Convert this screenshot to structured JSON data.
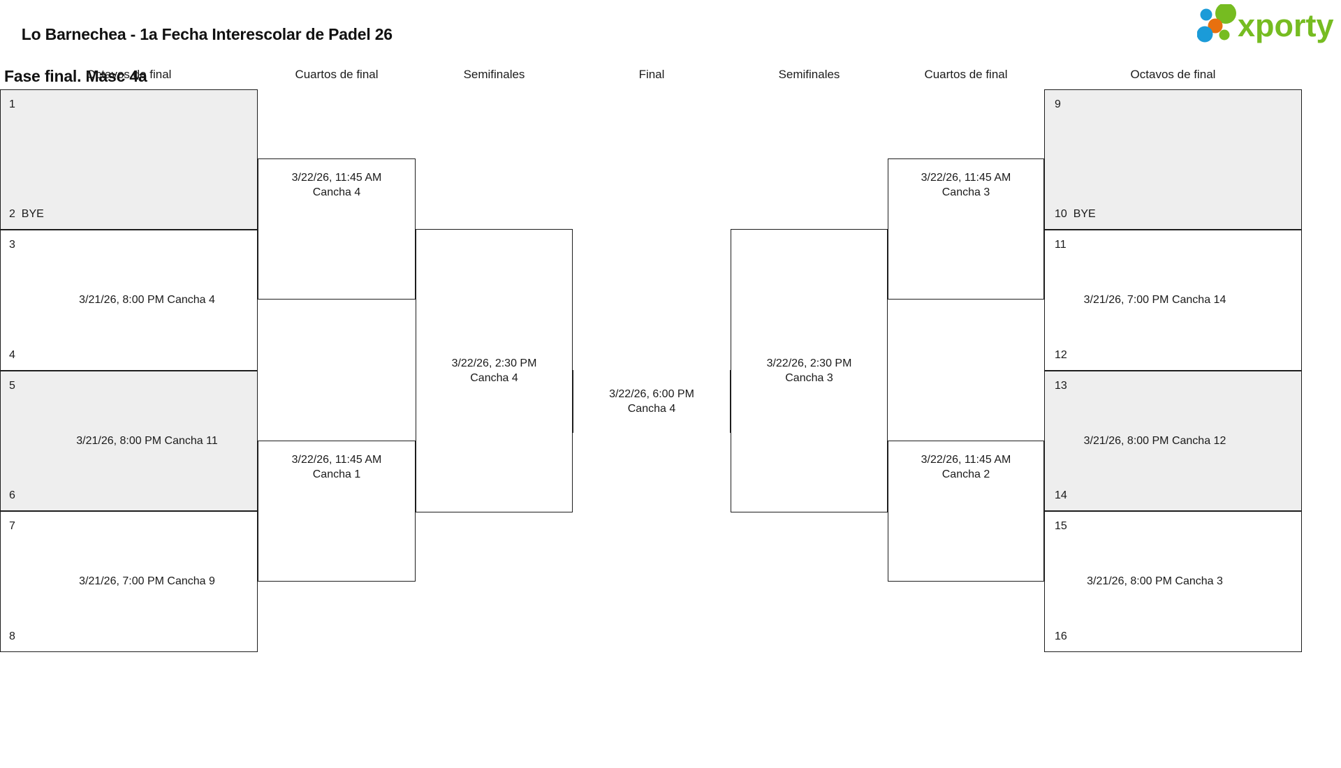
{
  "header": {
    "title_line1": "Lo Barnechea - 1a Fecha Interescolar de Padel 26",
    "title_line2": "Fase final. Masc 4a",
    "logo_text": "xporty",
    "logo_colors": {
      "green": "#76bc21",
      "orange": "#e8700f",
      "blue": "#1b9bd8"
    }
  },
  "rounds": {
    "left": [
      {
        "label": "Octavos de final"
      },
      {
        "label": "Cuartos de final"
      },
      {
        "label": "Semifinales"
      }
    ],
    "center": {
      "label": "Final"
    },
    "right": [
      {
        "label": "Semifinales"
      },
      {
        "label": "Cuartos de final"
      },
      {
        "label": "Octavos de final"
      }
    ]
  },
  "bracket": {
    "left_r16": [
      {
        "seed_top": "1",
        "seed_bottom": "2",
        "team_top": "",
        "team_bottom": "BYE",
        "info": "",
        "shaded": true
      },
      {
        "seed_top": "3",
        "seed_bottom": "4",
        "team_top": "",
        "team_bottom": "",
        "info": "3/21/26, 8:00 PM Cancha 4",
        "shaded": false
      },
      {
        "seed_top": "5",
        "seed_bottom": "6",
        "team_top": "",
        "team_bottom": "",
        "info": "3/21/26, 8:00 PM Cancha 11",
        "shaded": true
      },
      {
        "seed_top": "7",
        "seed_bottom": "8",
        "team_top": "",
        "team_bottom": "",
        "info": "3/21/26, 7:00 PM Cancha 9",
        "shaded": false
      }
    ],
    "right_r16": [
      {
        "seed_top": "9",
        "seed_bottom": "10",
        "team_top": "",
        "team_bottom": "BYE",
        "info": "",
        "shaded": true
      },
      {
        "seed_top": "11",
        "seed_bottom": "12",
        "team_top": "",
        "team_bottom": "",
        "info": "3/21/26, 7:00 PM Cancha 14",
        "shaded": false
      },
      {
        "seed_top": "13",
        "seed_bottom": "14",
        "team_top": "",
        "team_bottom": "",
        "info": "3/21/26, 8:00 PM Cancha 12",
        "shaded": true
      },
      {
        "seed_top": "15",
        "seed_bottom": "16",
        "team_top": "",
        "team_bottom": "",
        "info": "3/21/26, 8:00 PM Cancha 3",
        "shaded": false
      }
    ],
    "left_qf": [
      {
        "info": "3/22/26, 11:45 AM\nCancha 4"
      },
      {
        "info": "3/22/26, 11:45 AM\nCancha 1"
      }
    ],
    "right_qf": [
      {
        "info": "3/22/26, 11:45 AM\nCancha 3"
      },
      {
        "info": "3/22/26, 11:45 AM\nCancha 2"
      }
    ],
    "left_sf": {
      "info": "3/22/26, 2:30 PM\nCancha 4"
    },
    "right_sf": {
      "info": "3/22/26, 2:30 PM\nCancha 3"
    },
    "final": {
      "info": "3/22/26, 6:00 PM\nCancha 4"
    }
  }
}
